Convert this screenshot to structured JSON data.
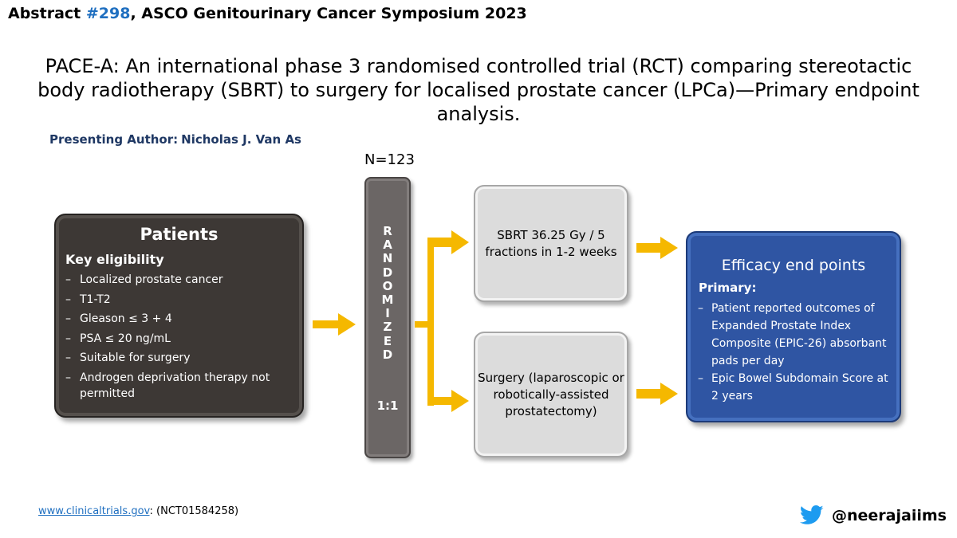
{
  "header": {
    "abstract_prefix": "Abstract ",
    "abstract_number": "#298",
    "abstract_suffix": ", ASCO Genitourinary Cancer Symposium 2023",
    "title": "PACE-A: An international phase 3 randomised controlled trial (RCT) comparing stereotactic body radiotherapy (SBRT) to surgery for localised prostate cancer (LPCa)—Primary endpoint analysis.",
    "author_label": "Presenting Author:",
    "author_name": "Nicholas J. Van As"
  },
  "patients": {
    "heading": "Patients",
    "subheading": "Key eligibility",
    "items": [
      "Localized prostate cancer",
      "T1-T2",
      "Gleason ≤ 3 + 4",
      "PSA ≤ 20 ng/mL",
      "Suitable for surgery",
      "Androgen deprivation therapy not permitted"
    ],
    "bullet": "–"
  },
  "randomization": {
    "n_label": "N=123",
    "letters": [
      "R",
      "A",
      "N",
      "D",
      "O",
      "M",
      "I",
      "Z",
      "E",
      "D"
    ],
    "ratio": "1:1"
  },
  "arms": {
    "sbrt": "SBRT 36.25 Gy / 5 fractions in 1-2 weeks",
    "surgery": "Surgery (laparoscopic or robotically-assisted prostatectomy)"
  },
  "efficacy": {
    "heading": "Efficacy end points",
    "subheading": "Primary:",
    "items": [
      "Patient reported outcomes of Expanded Prostate Index Composite (EPIC-26) absorbant pads per day",
      "Epic Bowel Subdomain Score at 2 years"
    ],
    "bullet": "–"
  },
  "footer": {
    "link_text": "www.clinicaltrials.gov",
    "link_suffix": ": (NCT01584258)",
    "twitter_handle": "@neerajaiims",
    "twitter_icon": "twitter-bird-icon"
  },
  "colors": {
    "arrow": "#f5b800",
    "patients_box": "#3d3835",
    "randomized_bar": "#6b6665",
    "arm_box": "#dcdcdc",
    "efficacy_box": "#2f55a3",
    "twitter_blue": "#1d9bf0",
    "accent_blue": "#1f6fc0",
    "author_navy": "#1f3864"
  }
}
